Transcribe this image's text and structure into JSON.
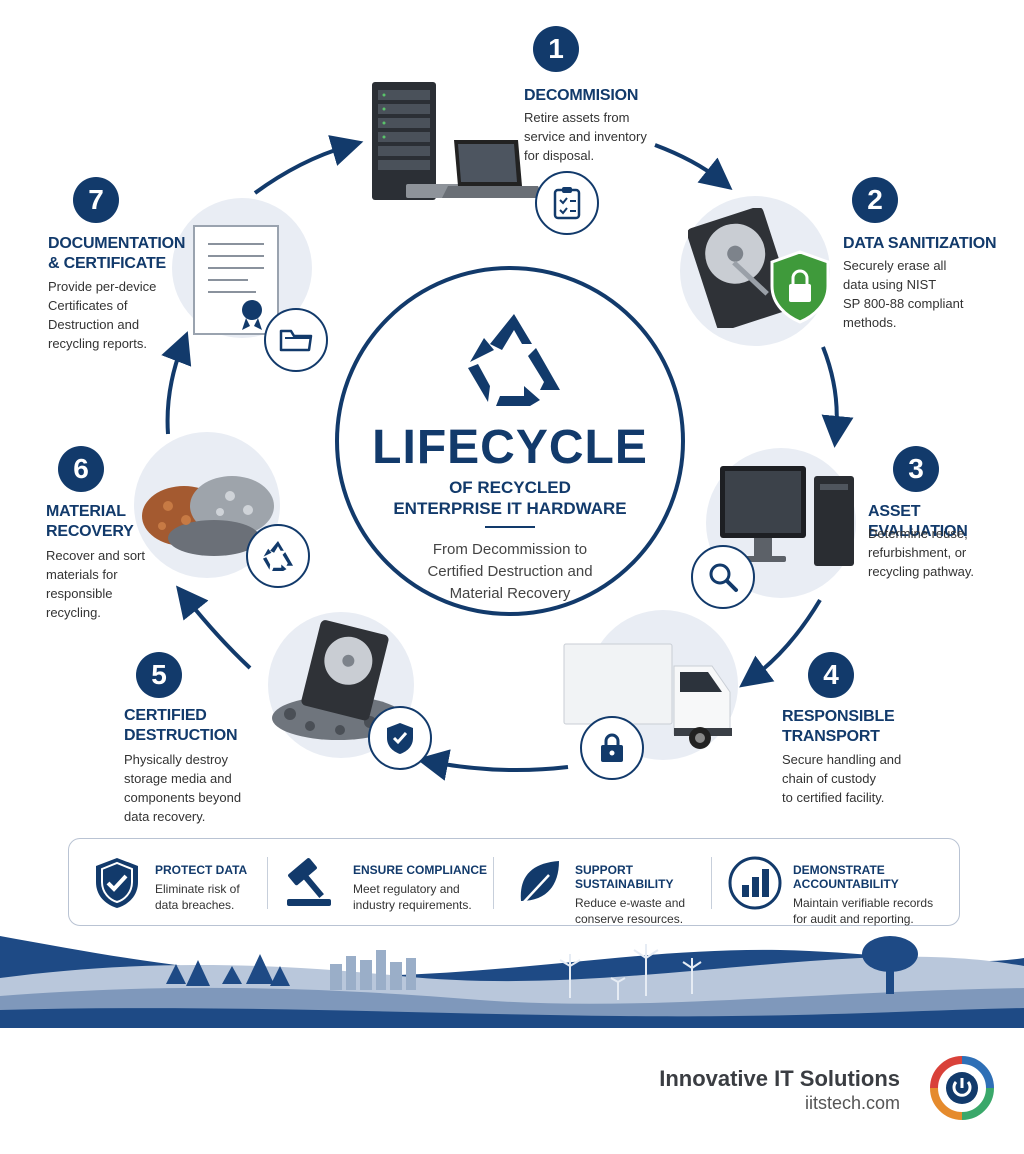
{
  "center": {
    "title": "LIFECYCLE",
    "subtitle_line1": "OF RECYCLED",
    "subtitle_line2": "ENTERPRISE IT HARDWARE",
    "tagline_line1": "From Decommission to",
    "tagline_line2": "Certified Destruction and",
    "tagline_line3": "Material Recovery"
  },
  "steps": [
    {
      "number": "1",
      "title": "DECOMMISION",
      "desc": [
        "Retire assets from",
        "service and inventory",
        "for disposal."
      ],
      "icon": "clipboard-icon"
    },
    {
      "number": "2",
      "title": "DATA SANITIZATION",
      "desc": [
        "Securely erase all",
        "data using NIST",
        "SP 800-88 compliant",
        "methods."
      ],
      "icon": "shield-lock-icon"
    },
    {
      "number": "3",
      "title": "ASSET EVALUATION",
      "desc": [
        "Determine reuse,",
        "refurbishment, or",
        "recycling pathway."
      ],
      "icon": "magnifier-icon"
    },
    {
      "number": "4",
      "title": [
        "RESPONSIBLE",
        "TRANSPORT"
      ],
      "desc": [
        "Secure handling and",
        "chain of custody",
        "to certified facility."
      ],
      "icon": "padlock-icon"
    },
    {
      "number": "5",
      "title": [
        "CERTIFIED",
        "DESTRUCTION"
      ],
      "desc": [
        "Physically destroy",
        "storage media and",
        "components beyond",
        "data recovery."
      ],
      "icon": "shield-check-icon"
    },
    {
      "number": "6",
      "title": [
        "MATERIAL",
        "RECOVERY"
      ],
      "desc": [
        "Recover and sort",
        "materials for",
        "responsible",
        "recycling."
      ],
      "icon": "recycle-icon"
    },
    {
      "number": "7",
      "title": [
        "DOCUMENTATION",
        "& CERTIFICATE"
      ],
      "desc": [
        "Provide per-device",
        "Certificates of",
        "Destruction and",
        "recycling reports."
      ],
      "icon": "folder-icon"
    }
  ],
  "benefits": [
    {
      "title": "PROTECT DATA",
      "desc": [
        "Eliminate risk of",
        "data breaches."
      ],
      "icon": "shield-check-icon"
    },
    {
      "title": "ENSURE COMPLIANCE",
      "desc": [
        "Meet regulatory and",
        "industry requirements."
      ],
      "icon": "gavel-icon"
    },
    {
      "title": "SUPPORT SUSTAINABILITY",
      "desc": [
        "Reduce e-waste and",
        "conserve resources."
      ],
      "icon": "leaf-icon"
    },
    {
      "title": "DEMONSTRATE ACCOUNTABILITY",
      "desc": [
        "Maintain verifiable records",
        "for audit and reporting."
      ],
      "icon": "bar-chart-icon"
    }
  ],
  "brand": {
    "name": "Innovative IT Solutions",
    "site": "iitstech.com"
  },
  "colors": {
    "navy": "#123a6b",
    "disc": "#e9edf4",
    "green": "#3f9a3b",
    "landscape": "#1e4a85"
  }
}
